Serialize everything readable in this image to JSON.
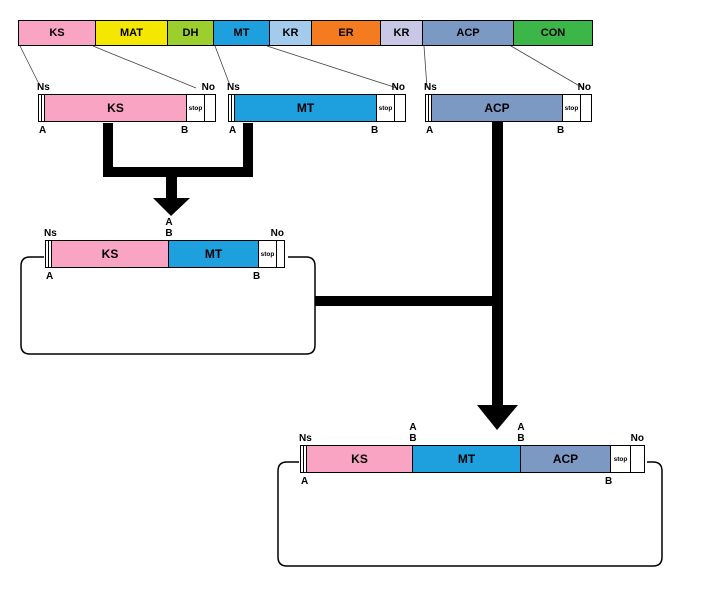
{
  "diagram": {
    "description": "Gene cluster domain subcloning and stepwise assembly scheme"
  },
  "cluster": {
    "segments": [
      {
        "label": "KS",
        "color": "#FAA4C4"
      },
      {
        "label": "MAT",
        "color": "#F5E800"
      },
      {
        "label": "DH",
        "color": "#9CCE2E"
      },
      {
        "label": "MT",
        "color": "#1E9FDE"
      },
      {
        "label": "KR",
        "color": "#A5CBEC"
      },
      {
        "label": "ER",
        "color": "#F47B20"
      },
      {
        "label": "KR",
        "color": "#C9C7E6"
      },
      {
        "label": "ACP",
        "color": "#7C99C4"
      },
      {
        "label": "CON",
        "color": "#3CB549"
      }
    ]
  },
  "labels": {
    "ns": "Ns",
    "no": "No",
    "a": "A",
    "b": "B",
    "stop": "stop"
  },
  "constructs": {
    "ks": {
      "name": "KS",
      "color": "#FAA4C4"
    },
    "mt": {
      "name": "MT",
      "color": "#1E9FDE"
    },
    "acp": {
      "name": "ACP",
      "color": "#7C99C4"
    },
    "ks_mt": {
      "seg1": "KS",
      "seg2": "MT",
      "seg1_color": "#FAA4C4",
      "seg2_color": "#1E9FDE"
    },
    "ks_mt_acp": {
      "seg1": "KS",
      "seg2": "MT",
      "seg3": "ACP",
      "seg1_color": "#FAA4C4",
      "seg2_color": "#1E9FDE",
      "seg3_color": "#7C99C4"
    }
  }
}
